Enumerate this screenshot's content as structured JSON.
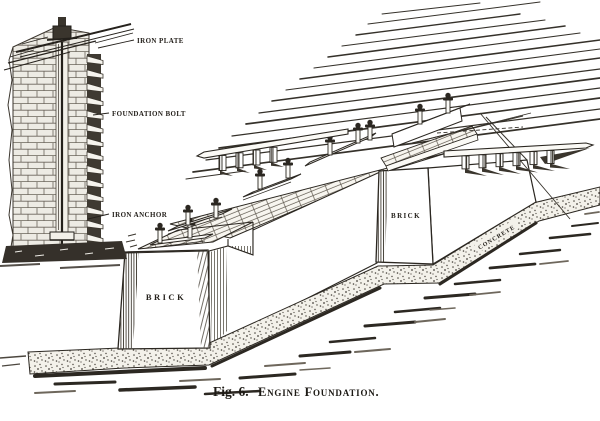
{
  "figure": {
    "caption": {
      "prefix": "Fig. 6.",
      "title": "Engine Foundation."
    },
    "inset": {
      "labels": {
        "iron_plate": "IRON PLATE",
        "foundation_bolt": "FOUNDATION BOLT",
        "iron_anchor": "IRON ANCHOR"
      }
    },
    "main": {
      "labels": {
        "brick_left": "BRICK",
        "brick_right": "BRICK",
        "concrete": "CONCRETE"
      }
    },
    "colors": {
      "ink": "#26221d",
      "paper": "#ffffff"
    }
  }
}
